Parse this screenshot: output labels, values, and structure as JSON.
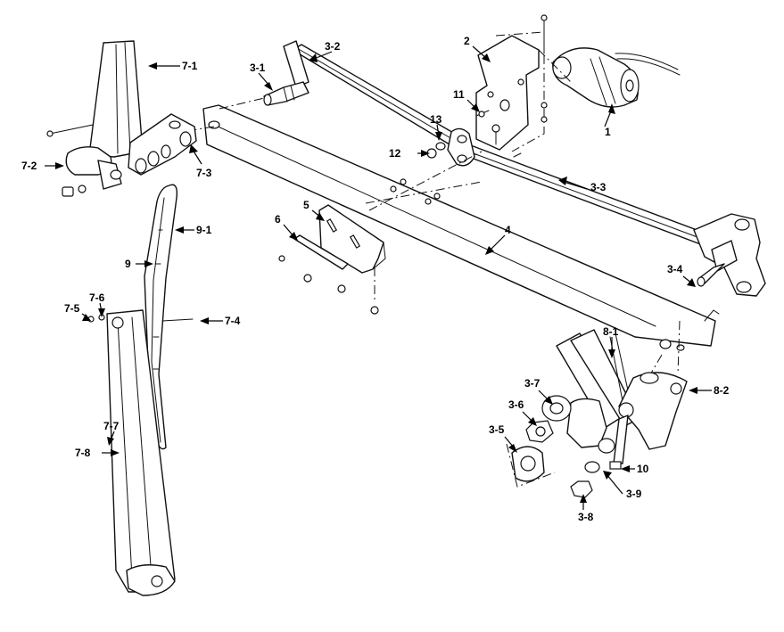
{
  "callouts": {
    "c1": "1",
    "c2": "2",
    "c3_1": "3-1",
    "c3_2": "3-2",
    "c3_3": "3-3",
    "c3_4": "3-4",
    "c3_5": "3-5",
    "c3_6": "3-6",
    "c3_7": "3-7",
    "c3_8": "3-8",
    "c3_9": "3-9",
    "c4": "4",
    "c5": "5",
    "c6": "6",
    "c7_1": "7-1",
    "c7_2": "7-2",
    "c7_3": "7-3",
    "c7_4": "7-4",
    "c7_5": "7-5",
    "c7_6": "7-6",
    "c7_7": "7-7",
    "c7_8": "7-8",
    "c8_1": "8-1",
    "c8_2": "8-2",
    "c9": "9",
    "c9_1": "9-1",
    "c10": "10",
    "c11": "11",
    "c12": "12",
    "c13": "13"
  }
}
